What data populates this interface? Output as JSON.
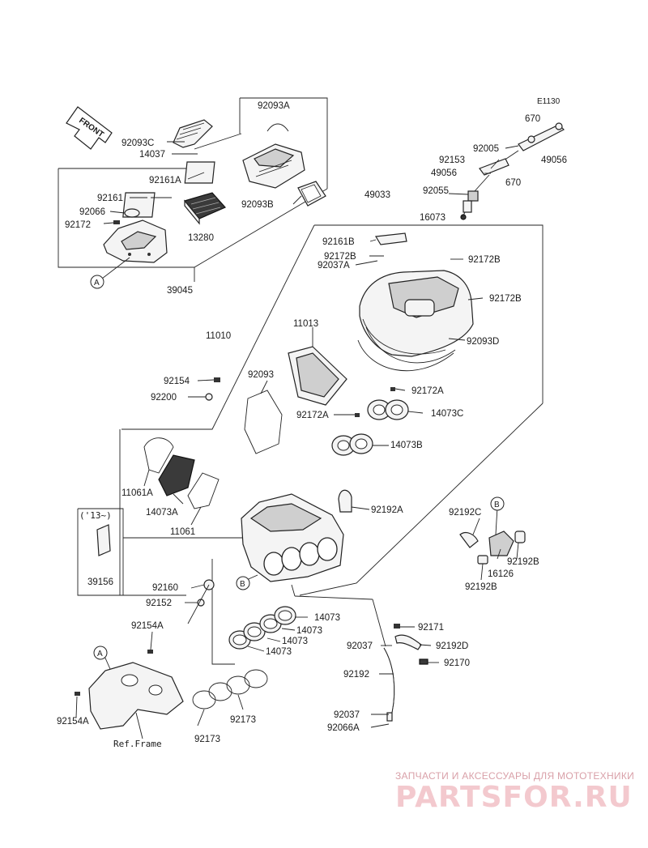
{
  "diagram_code": "E1130",
  "front_label": "FRONT",
  "ref_frame": "Ref.Frame",
  "year_note": "('13~)",
  "callout_a": "A",
  "callout_b": "B",
  "parts": {
    "p92093A": "92093A",
    "p92093C": "92093C",
    "p14037": "14037",
    "p92161A": "92161A",
    "p92161": "92161",
    "p92066": "92066",
    "p92172": "92172",
    "p92093B": "92093B",
    "p13280": "13280",
    "p39045": "39045",
    "p670_top": "670",
    "p92005": "92005",
    "p92153": "92153",
    "p49056_right": "49056",
    "p49056_mid": "49056",
    "p670_mid": "670",
    "p49033": "49033",
    "p92055": "92055",
    "p16073": "16073",
    "p92161B": "92161B",
    "p92172B_a": "92172B",
    "p92037A": "92037A",
    "p92172B_b": "92172B",
    "p92172B_c": "92172B",
    "p11010": "11010",
    "p11013": "11013",
    "p92093D": "92093D",
    "p92154": "92154",
    "p92200": "92200",
    "p92093": "92093",
    "p92172A_a": "92172A",
    "p92172A_b": "92172A",
    "p14073C": "14073C",
    "p14073B": "14073B",
    "p11061A": "11061A",
    "p14073A": "14073A",
    "p11061": "11061",
    "p92192A": "92192A",
    "p92192C": "92192C",
    "p92192B_a": "92192B",
    "p16126": "16126",
    "p92192B_b": "92192B",
    "p39156": "39156",
    "p92160": "92160",
    "p92152": "92152",
    "p14073_a": "14073",
    "p14073_b": "14073",
    "p14073_c": "14073",
    "p14073_d": "14073",
    "p92171": "92171",
    "p92037_a": "92037",
    "p92192D": "92192D",
    "p92170": "92170",
    "p92192": "92192",
    "p92037_b": "92037",
    "p92066A": "92066A",
    "p92154A_a": "92154A",
    "p92154A_b": "92154A",
    "p92173_a": "92173",
    "p92173_b": "92173"
  },
  "watermark": {
    "subtitle": "ЗАПЧАСТИ И АКСЕССУАРЫ ДЛЯ МОТОТЕХНИКИ",
    "logo_text": "PARTSFOR.RU"
  }
}
